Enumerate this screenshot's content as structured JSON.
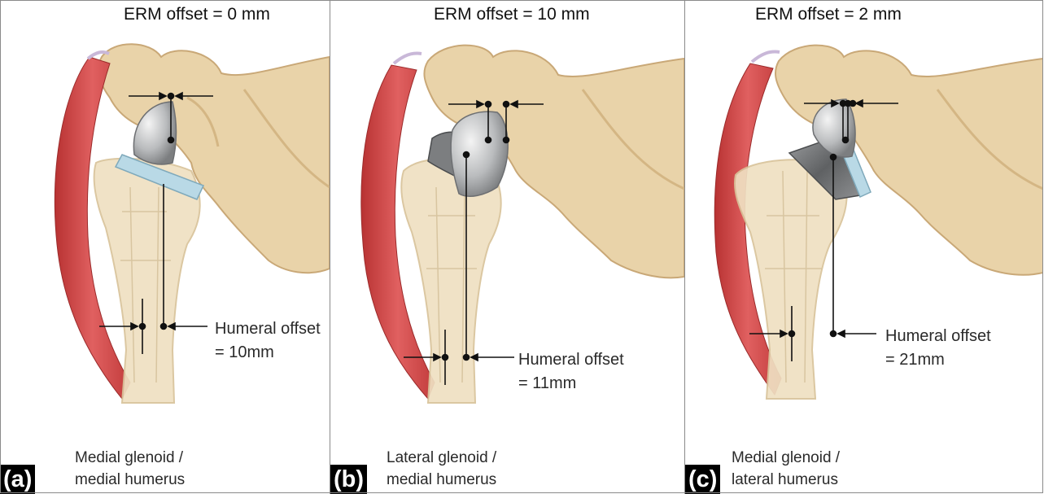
{
  "panels": [
    {
      "tag": "(a)",
      "erm_title": "ERM offset = 0 mm",
      "humeral_offset_line1": "Humeral offset",
      "humeral_offset_line2": "= 10mm",
      "caption_line1": "Medial glenoid /",
      "caption_line2": "medial humerus"
    },
    {
      "tag": "(b)",
      "erm_title": "ERM offset = 10 mm",
      "humeral_offset_line1": "Humeral offset",
      "humeral_offset_line2": "= 11mm",
      "caption_line1": "Lateral glenoid /",
      "caption_line2": "medial humerus"
    },
    {
      "tag": "(c)",
      "erm_title": "ERM offset = 2 mm",
      "humeral_offset_line1": "Humeral offset",
      "humeral_offset_line2": "= 21mm",
      "caption_line1": "Medial glenoid /",
      "caption_line2": "lateral humerus"
    }
  ],
  "colors": {
    "bone": "#e9d3a9",
    "bone_shadow": "#c9a877",
    "humerus": "#efe0c2",
    "muscle": "#d24a4a",
    "glenosphere": "#c4c6c8",
    "liner_blue": "#b9d9e6",
    "metal_dark": "#6d6f72",
    "annotation": "#111111"
  }
}
